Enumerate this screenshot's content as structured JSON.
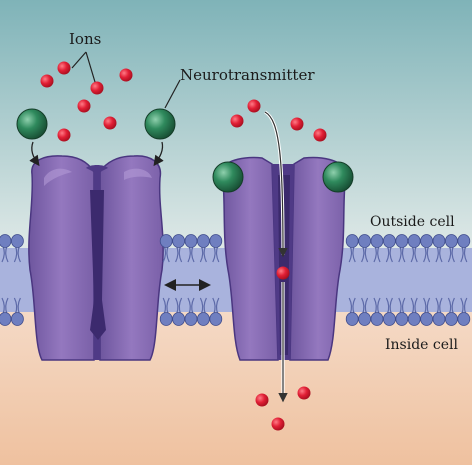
{
  "labels": {
    "ions": "Ions",
    "neurotransmitter": "Neurotransmitter",
    "outside_cell": "Outside cell",
    "inside_cell": "Inside cell"
  },
  "colors": {
    "outside_top": "#7fb3b8",
    "outside_bottom": "#e6ecea",
    "inside_top": "#f4dccb",
    "inside_bottom": "#f0c4a6",
    "membrane": "#9ba8d6",
    "lipid_head": "#6f7fc0",
    "channel": "#8a6fb4",
    "channel_dark": "#4f3a86",
    "ion": "#dc1e32",
    "neurotransmitter": "#2e7d55"
  },
  "icons": [
    "ion-particle",
    "neurotransmitter-molecule",
    "ion-channel",
    "lipid-bilayer",
    "arrow"
  ]
}
